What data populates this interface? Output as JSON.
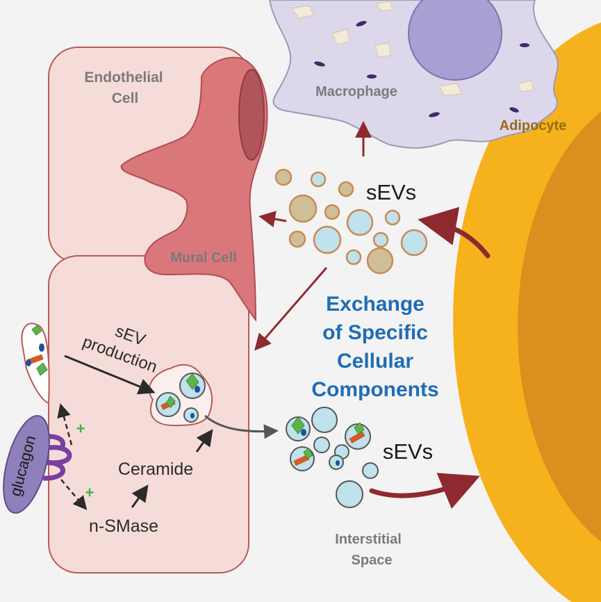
{
  "labels": {
    "endothelial_line1": "Endothelial",
    "endothelial_line2": "Cell",
    "mural_cell": "Mural Cell",
    "macrophage": "Macrophage",
    "adipocyte": "Adipocyte",
    "sevs_top": "sEVs",
    "sevs_bottom": "sEVs",
    "exchange_line1": "Exchange",
    "exchange_line2": "of Specific",
    "exchange_line3": "Cellular",
    "exchange_line4": "Components",
    "sev_production_line1": "sEV",
    "sev_production_line2": "production",
    "ceramide": "Ceramide",
    "nsmase": "n-SMase",
    "glucagon": "glucagon",
    "plus_sign": "+",
    "interstitial_line1": "Interstitial",
    "interstitial_line2": "Space"
  },
  "colors": {
    "background": "#f4f3f3",
    "endothelial_fill": "#f6dcd8",
    "endothelial_stroke": "#b85a55",
    "mural_fill": "#d9777a",
    "macrophage_fill": "#dcd7ea",
    "adipocyte_outer": "#f6b21c",
    "adipocyte_inner": "#dc8f1e",
    "vesicle_blue": "#bfe2ec",
    "vesicle_tan": "#cfbf98",
    "vesicle_stroke": "#c98a55",
    "arrow_red": "#8e2a2f",
    "text_blue": "#1f6db5",
    "glucagon_purple": "#8f7fba",
    "receptor_purple": "#7a3fa0"
  }
}
